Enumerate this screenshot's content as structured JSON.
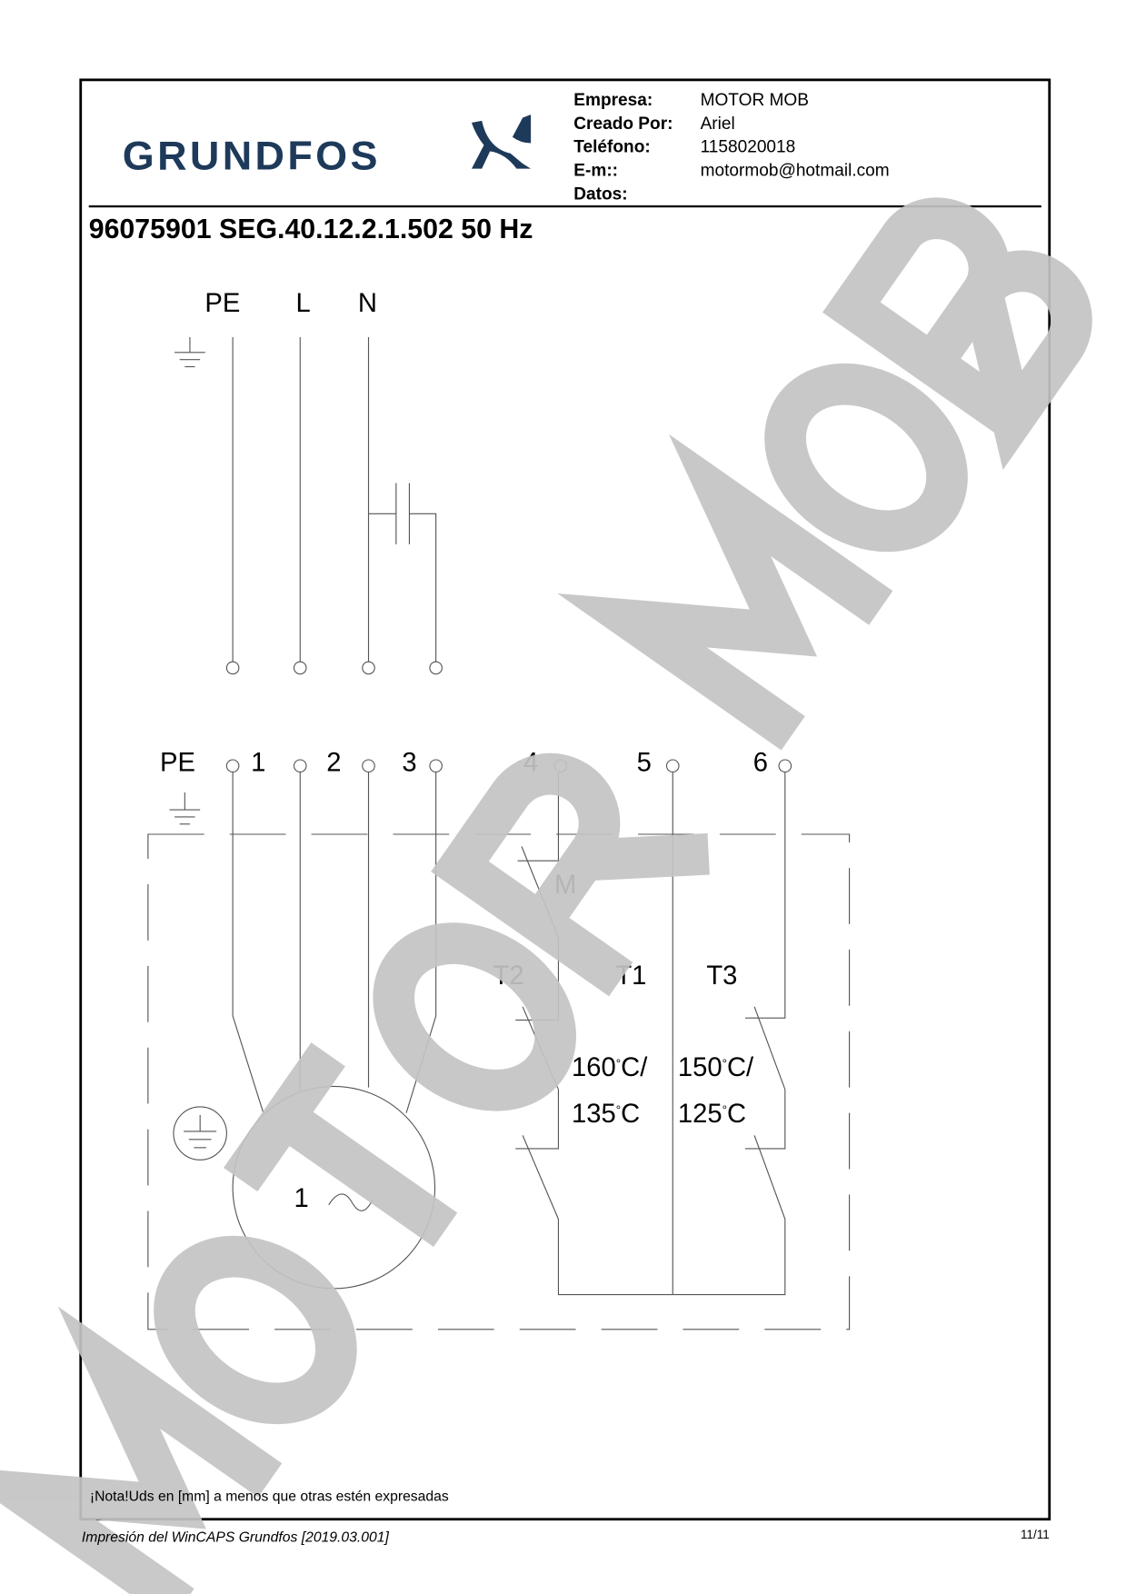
{
  "header": {
    "logo_text": "GRUNDFOS",
    "logo_color": "#1e3a5a",
    "fields": [
      {
        "label": "Empresa:",
        "value": "MOTOR MOB"
      },
      {
        "label": "Creado Por:",
        "value": "Ariel"
      },
      {
        "label": "Teléfono:",
        "value": "1158020018"
      },
      {
        "label": "E-m::",
        "value": "motormob@hotmail.com"
      },
      {
        "label": "Datos:",
        "value": ""
      }
    ]
  },
  "title": "96075901 SEG.40.12.2.1.502 50 Hz",
  "diagram": {
    "supply_labels": [
      "PE",
      "L",
      "N"
    ],
    "terminal_labels": [
      "PE",
      "1",
      "2",
      "3",
      "4",
      "5",
      "6"
    ],
    "contact_label": "M",
    "thermal_labels": [
      "T2",
      "T1",
      "T3"
    ],
    "temps_left": [
      "160",
      "C/",
      "135",
      "C"
    ],
    "temps_right": [
      "150",
      "C/",
      "125",
      "C"
    ],
    "degree_symbol": "°",
    "motor_label": "1",
    "motor_symbol": "~"
  },
  "watermark": "MOTOR MOB",
  "note": "¡Nota!Uds en [mm] a menos que otras estén expresadas",
  "footer": {
    "left": "Impresión del WinCAPS Grundfos [2019.03.001]",
    "page": "11/11"
  }
}
